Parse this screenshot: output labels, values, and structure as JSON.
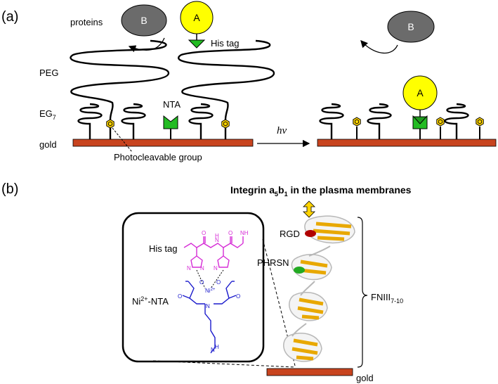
{
  "panel_a": {
    "panel_label": "(a)",
    "proteins_label": "proteins",
    "protein_b_label": "B",
    "protein_a_label": "A",
    "his_tag_label": "His tag",
    "peg_label": "PEG",
    "eg7_label": "EG",
    "eg7_subscript": "7",
    "nta_label": "NTA",
    "gold_label": "gold",
    "photocleavable_label": "Photocleavable group",
    "hv_label": "hν",
    "protein_b_right_label": "B",
    "protein_a_right_label": "A"
  },
  "panel_b": {
    "panel_label": "(b)",
    "title_part1": "Integrin a",
    "title_sub1": "5",
    "title_part2": "b",
    "title_sub2": "1",
    "title_part3": " in the plasma membranes",
    "his_tag_label": "His tag",
    "ni_nta_prefix": "Ni",
    "ni_nta_sup": "2+",
    "ni_nta_suffix": "-NTA",
    "ni_center_label": "Ni",
    "ni_center_sup": "2+",
    "rgd_label": "RGD",
    "phrsn_label": "PHRSN",
    "fniii_label": "FNIII",
    "fniii_subscript": "7-10",
    "gold_label": "gold",
    "chem_o_labels": [
      "O",
      "O",
      "O",
      "O",
      "O",
      "O"
    ],
    "chem_n_labels": [
      "N",
      "N",
      "N",
      "N",
      "N",
      "N",
      "N"
    ],
    "chem_h_labels": [
      "H",
      "H",
      "H",
      "H",
      "NH"
    ]
  },
  "colors": {
    "gold_bar": "#c8441f",
    "protein_a": "#ffff00",
    "protein_b": "#6b6b6b",
    "nta_green": "#22bb22",
    "photocleavable": "#ffd400",
    "his_tag_magenta": "#d62ed6",
    "nta_blue": "#1a1acc",
    "beta_sheet": "#e8a800",
    "rgd_red": "#b00000",
    "phrsn_green": "#22aa22"
  }
}
